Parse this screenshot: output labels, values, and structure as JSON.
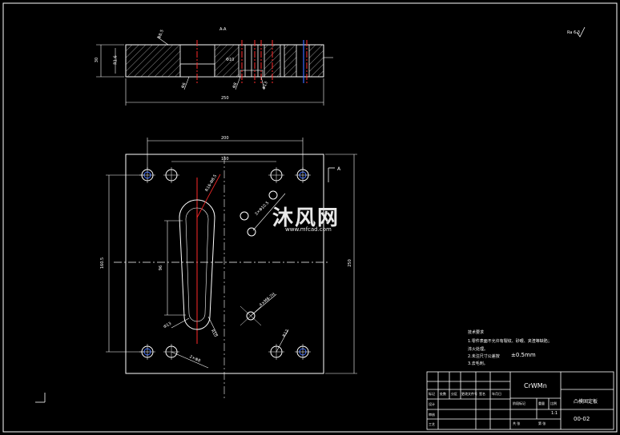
{
  "colors": {
    "background": "#000000",
    "line": "#ffffff",
    "center_line": "#ff2a2a",
    "hidden_line": "#3b6bff",
    "hatch": "#c8c8c8",
    "watermark": "#e8e8e8"
  },
  "section_view": {
    "top_dim": "A-A",
    "width_dim": "250",
    "height_dim": "30",
    "left_dim": "R1.6",
    "labels": [
      "Φ8.5",
      "Φ10",
      "Φ6",
      "Φ8",
      "Φ13"
    ]
  },
  "plan_view": {
    "dim_top_outer": "200",
    "dim_top_inner": "160",
    "dim_left": "160.5",
    "dim_right": "250",
    "dim_slot": "96",
    "section_mark": "A",
    "callouts": [
      "R16-Φ8.5",
      "3×Φ10.5",
      "4×M8-7H",
      "2×Φ8",
      "R10",
      "Φ13",
      "R12"
    ]
  },
  "roughness_mark": "Ra 6.3",
  "notes": {
    "title": "技术要求",
    "items": [
      "1.零件表面不允许有裂纹、砂眼、夹渣等缺陷；",
      "淬火处理。",
      "2.未注尺寸公差按",
      "3.去毛刺。"
    ],
    "tolerance": "±0.5mm"
  },
  "title_block": {
    "material": "CrWMn",
    "part_name": "凸模固定板",
    "drawing_no": "00-02",
    "scale": "1:1",
    "headers": [
      "标记",
      "处数",
      "分区",
      "更改文件号",
      "签名",
      "年月日"
    ],
    "rows": [
      "设计",
      "审核",
      "工艺"
    ],
    "cells": [
      "阶段标记",
      "重量",
      "比例",
      "共 张",
      "第 张"
    ]
  },
  "watermark": {
    "text_cn": "沐风网",
    "text_url": "www.mfcad.com"
  }
}
